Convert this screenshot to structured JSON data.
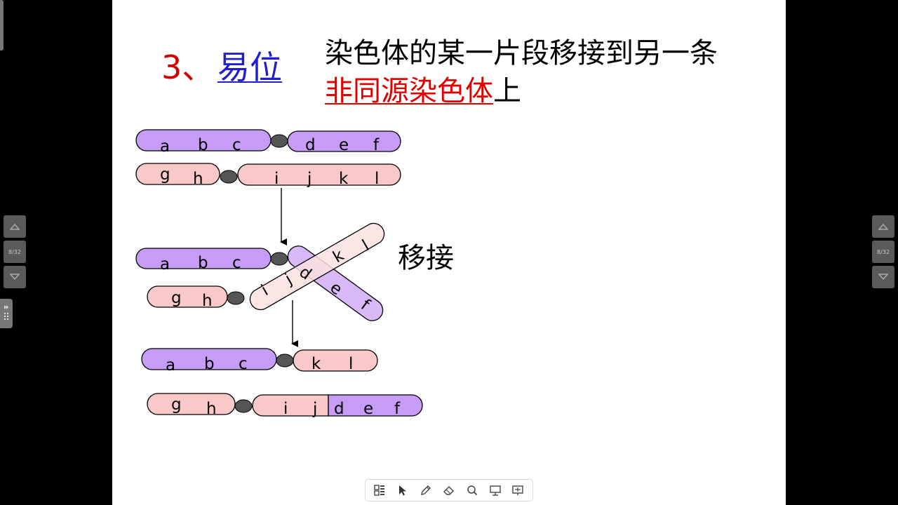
{
  "slide": {
    "title_number": "3、",
    "title_word": "易位",
    "description_line1": "染色体的某一片段移接到另一条",
    "description_red": "非同源染色体",
    "description_end": "上",
    "annotation": "移接"
  },
  "chromosomes": {
    "row1_top": [
      "a",
      "b",
      "c",
      "d",
      "e",
      "f"
    ],
    "row1_bottom": [
      "g",
      "h",
      "i",
      "j",
      "k",
      "l"
    ],
    "row2_top_left": [
      "a",
      "b",
      "c"
    ],
    "row2_pink_arm": [
      "i",
      "j",
      "k",
      "l"
    ],
    "row2_purple_arm": [
      "d",
      "e",
      "f"
    ],
    "row2_bottom_left": [
      "g",
      "h"
    ],
    "row3_top": [
      "a",
      "b",
      "c",
      "k",
      "l"
    ],
    "row3_bottom": [
      "g",
      "h",
      "i",
      "j",
      "d",
      "e",
      "f"
    ]
  },
  "colors": {
    "purple": "#c79cf7",
    "pink": "#f9c9c9",
    "pink_light": "#fbe0e0",
    "purple_light": "#d9b8f7",
    "centromere": "#555555",
    "title_red": "#d00000",
    "title_blue": "#1f1fd0"
  },
  "pager": {
    "left_label": "8/32",
    "right_label": "8/32"
  },
  "toolbar": {
    "items": [
      "grid-icon",
      "pointer-icon",
      "pen-icon",
      "eraser-icon",
      "search-icon",
      "screen-icon",
      "present-icon"
    ]
  }
}
